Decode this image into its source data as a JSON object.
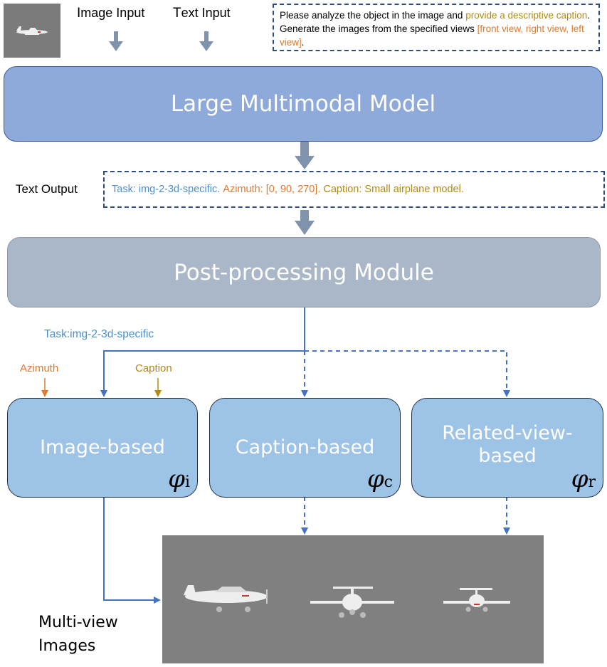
{
  "inputs": {
    "image_label_first": "I",
    "image_label_rest": "mage Input",
    "text_label_first": "T",
    "text_label_rest": "ext Input",
    "prompt_black_1": "Please analyze the object in the image and ",
    "prompt_gold": "provide a descriptive caption",
    "prompt_black_2": ". Generate the images from the specified views ",
    "prompt_orange": "[front view, right view, left view]",
    "prompt_black_3": "."
  },
  "lmm": {
    "label": "Large Multimodal Model"
  },
  "text_output": {
    "label": "Text Output",
    "task": "Task: img-2-3d-specific.",
    "azimuth": "Azimuth: [0, 90, 270].",
    "caption": "Caption: Small airplane model."
  },
  "post": {
    "label": "Post-processing Module"
  },
  "routing": {
    "task_label": "Task:img-2-3d-specific",
    "azimuth_label": "Azimuth",
    "caption_label": "Caption"
  },
  "methods": [
    {
      "label": "Image-based",
      "phi": "φ",
      "sub": "i"
    },
    {
      "label": "Caption-based",
      "phi": "φ",
      "sub": "c"
    },
    {
      "label": "Related-view-based",
      "phi": "φ",
      "sub": "r"
    }
  ],
  "output": {
    "label_line1": "Multi-view",
    "label_line2": "Images"
  },
  "colors": {
    "lmm": "#8eaadb",
    "post": "#aab7c8",
    "method": "#9dc3e6",
    "arrow_gray": "#7f93ad",
    "arrow_blue": "#4472c4",
    "task": "#4a8fd0",
    "azimuth": "#e07a2e",
    "caption": "#b18a12"
  }
}
